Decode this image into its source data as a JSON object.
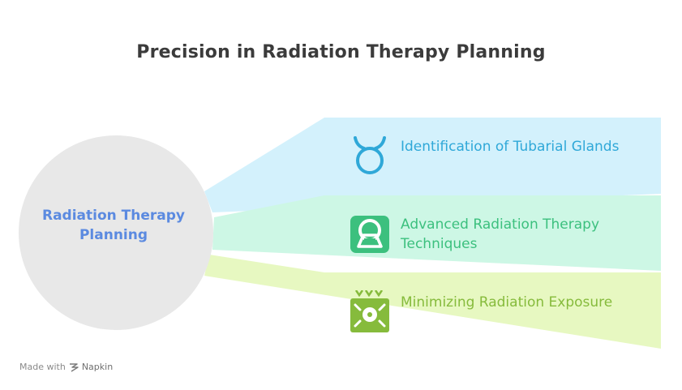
{
  "title": "Precision in Radiation Therapy Planning",
  "center": {
    "label": "Radiation Therapy Planning"
  },
  "items": [
    {
      "label": "Identification of Tubarial Glands",
      "color": "#2fa8d8",
      "band": "#d3f1fc",
      "icon": "taurus-icon"
    },
    {
      "label": "Advanced Radiation Therapy Techniques",
      "color": "#3cc07e",
      "band": "#cdf7e5",
      "icon": "radiation-machine-icon"
    },
    {
      "label": "Minimizing Radiation Exposure",
      "color": "#86bb3c",
      "band": "#e7f8c1",
      "icon": "shielding-icon"
    }
  ],
  "footer": {
    "prefix": "Made with",
    "brand": "Napkin"
  }
}
